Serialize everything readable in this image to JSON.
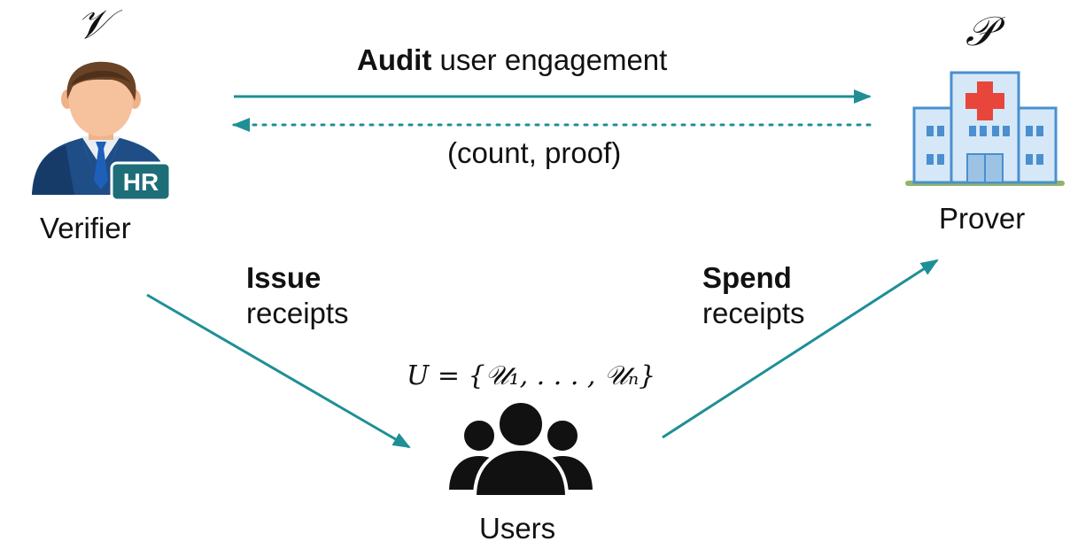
{
  "verifier": {
    "symbol": "𝒱",
    "label": "Verifier",
    "badge": "HR"
  },
  "prover": {
    "symbol": "𝒫",
    "label": "Prover"
  },
  "users": {
    "set_label": "U = {𝒰₁, . . . , 𝒰ₙ}",
    "label": "Users"
  },
  "edges": {
    "audit": {
      "bold": "Audit",
      "rest": " user engagement"
    },
    "response": {
      "text": "(count, proof)"
    },
    "issue": {
      "bold": "Issue",
      "rest": "receipts"
    },
    "spend": {
      "bold": "Spend",
      "rest": "receipts"
    }
  },
  "colors": {
    "arrow": "#1f8f96",
    "text": "#111111"
  },
  "icons": {
    "verifier": "hr-person-icon",
    "prover": "hospital-icon",
    "users": "user-group-icon"
  }
}
